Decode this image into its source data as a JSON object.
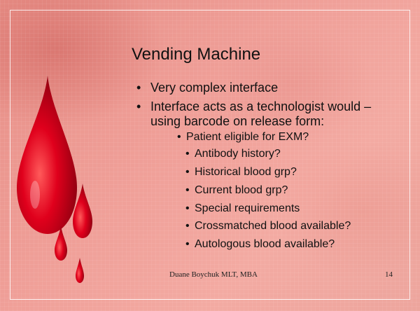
{
  "slide": {
    "title": "Vending Machine",
    "bullets_level1": [
      "Very complex interface",
      "Interface acts as a technologist would –",
      "using barcode on release form:"
    ],
    "bullet_level2": "Patient eligible for EXM?",
    "bullets_level3": [
      "Antibody history?",
      "Historical blood grp?",
      "Current blood grp?",
      "Special requirements",
      "Crossmatched blood available?",
      "Autologous blood available?"
    ],
    "footer": "Duane Boychuk MLT, MBA",
    "page_number": "14",
    "bullet_char": "•",
    "colors": {
      "drop": "#d3001a",
      "background": "#ef9e97"
    }
  }
}
